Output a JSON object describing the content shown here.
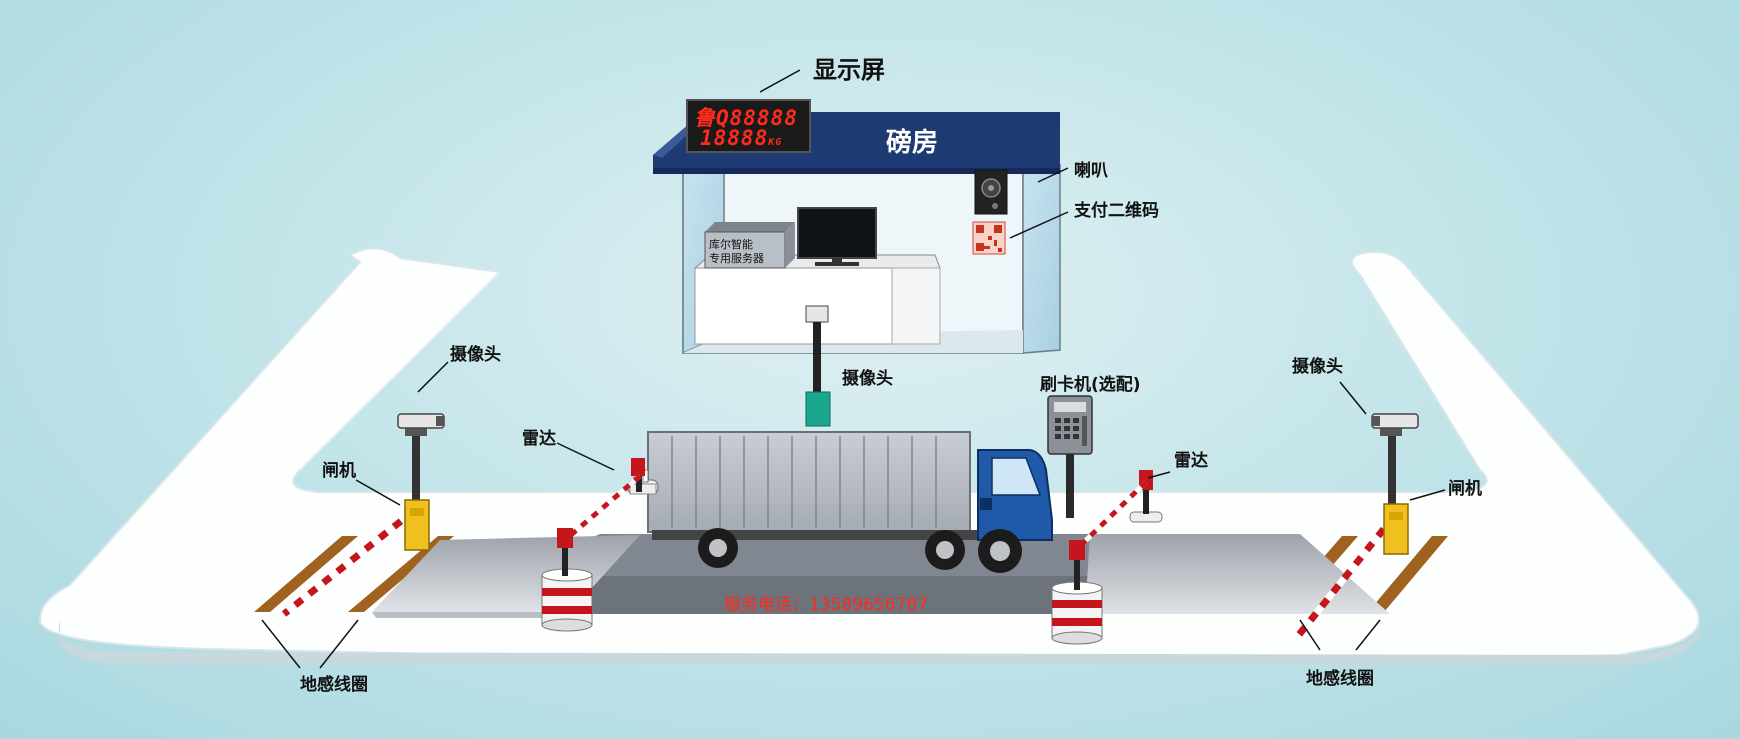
{
  "labels": {
    "display_screen": "显示屏",
    "led_line1": "鲁Q88888",
    "led_line2": "18888",
    "led_unit": "KG",
    "weigh_house": "磅房",
    "speaker": "喇叭",
    "payment_qr": "支付二维码",
    "server_line1": "库尔智能",
    "server_line2": "专用服务器",
    "camera_center": "摄像头",
    "card_reader": "刷卡机(选配)",
    "camera_left": "摄像头",
    "camera_right": "摄像头",
    "gate_left": "闸机",
    "gate_right": "闸机",
    "radar_left": "雷达",
    "radar_right": "雷达",
    "loop_left": "地感线圈",
    "loop_right": "地感线圈",
    "service_phone": "服务电话：13589656787"
  },
  "colors": {
    "roof": "#1e3a72",
    "led_text": "#ff2a1a",
    "truck_cab": "#1f5aa8",
    "barrier_red": "#c4161c",
    "gate_yellow": "#f0c020",
    "loop_brown": "#a0621f"
  }
}
